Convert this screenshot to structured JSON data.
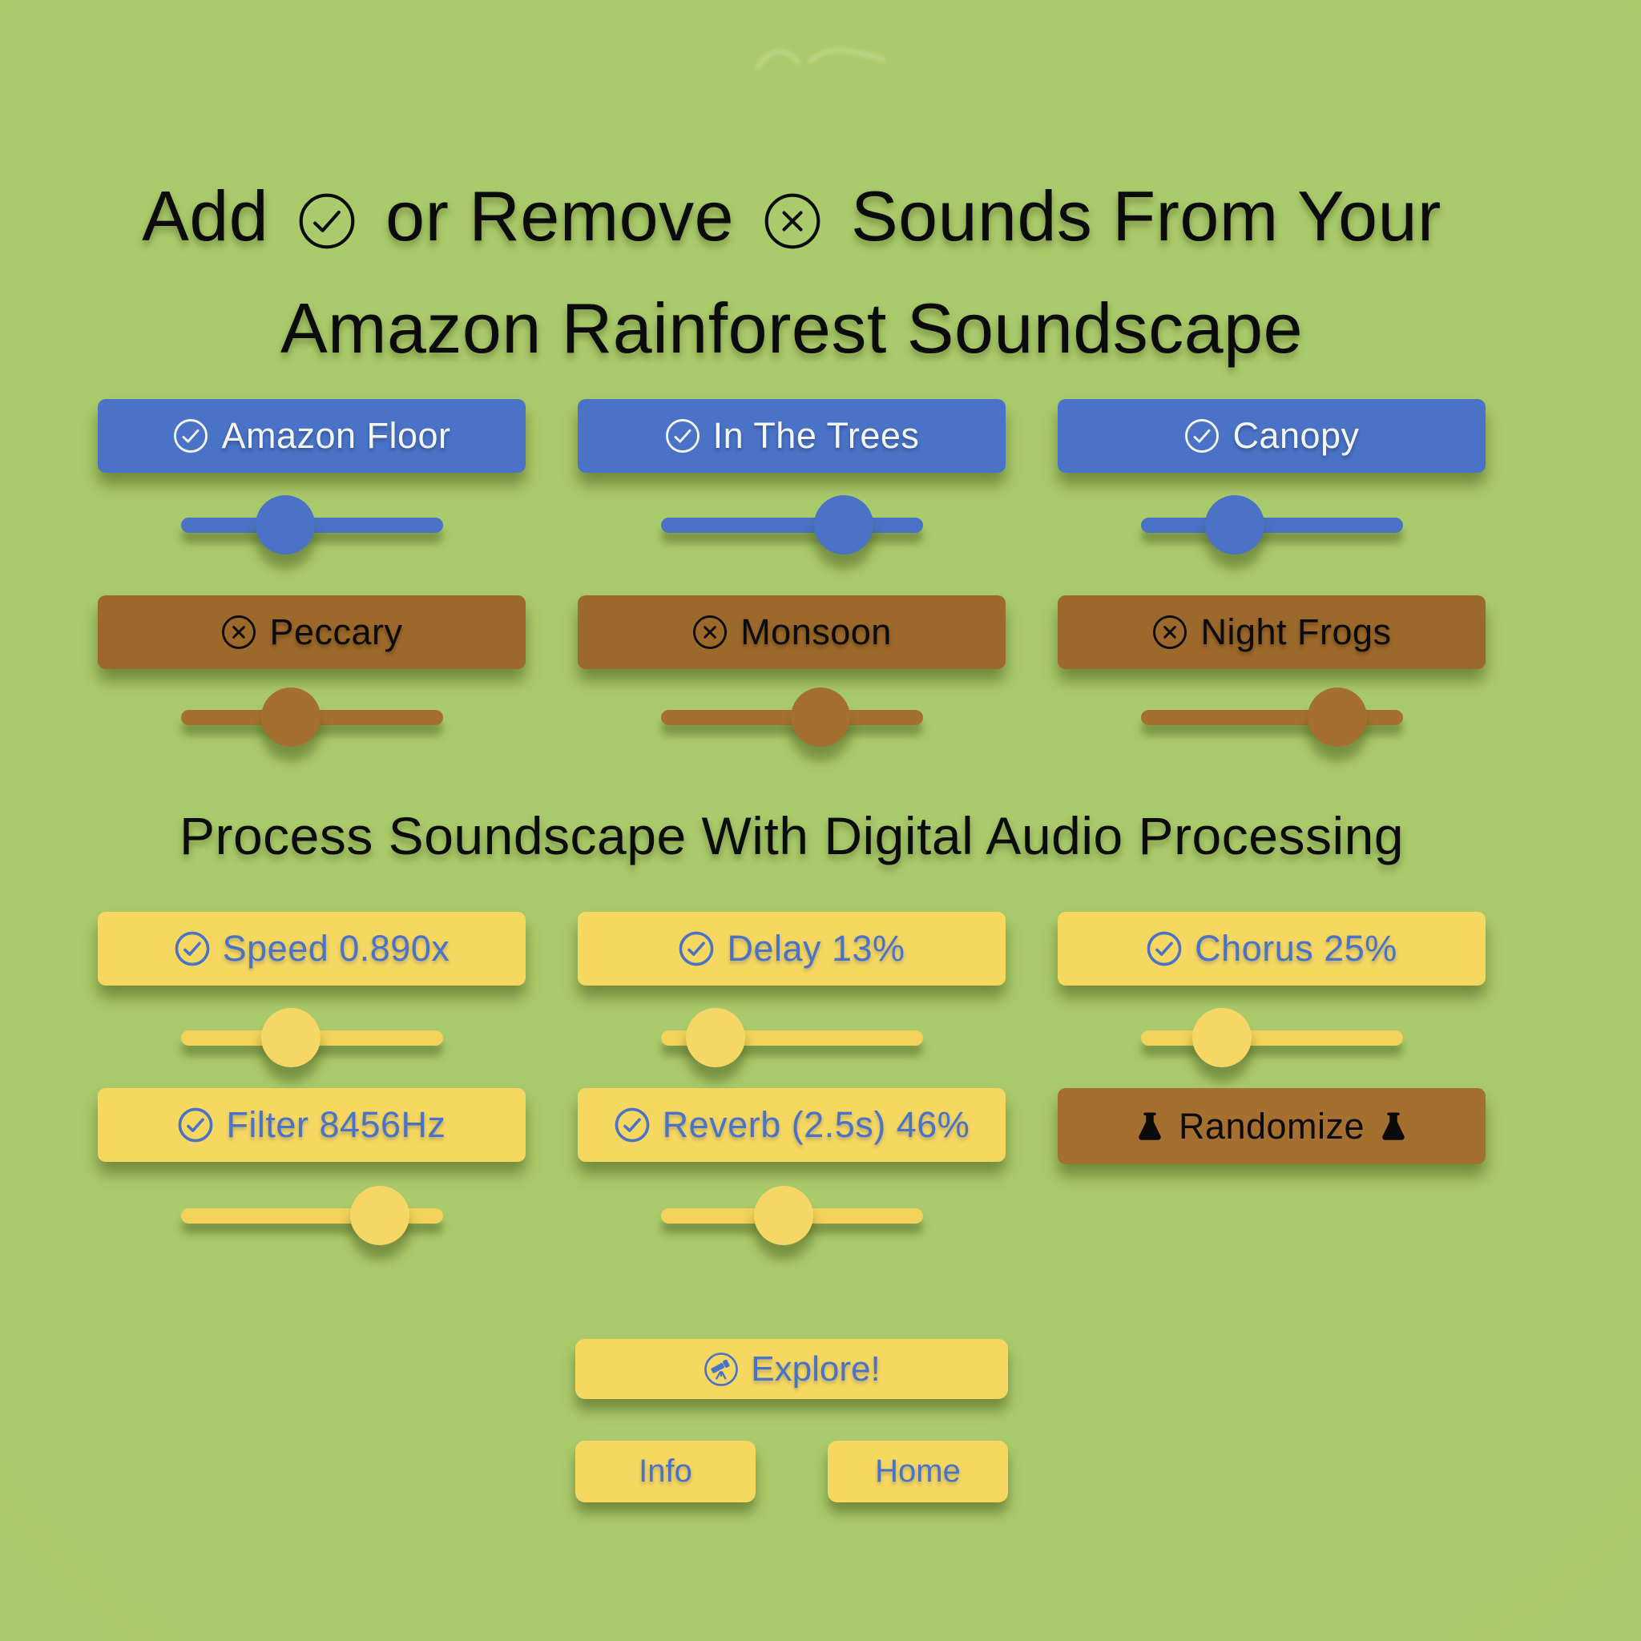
{
  "title": {
    "line1_prefix": "Add",
    "line1_middle": "or Remove",
    "line1_suffix": "Sounds From Your",
    "line2": "Amazon Rainforest Soundscape"
  },
  "sounds": {
    "add": [
      {
        "label": "Amazon Floor",
        "volume_pct": 40
      },
      {
        "label": "In The Trees",
        "volume_pct": 70
      },
      {
        "label": "Canopy",
        "volume_pct": 36
      }
    ],
    "remove": [
      {
        "label": "Peccary",
        "volume_pct": 42
      },
      {
        "label": "Monsoon",
        "volume_pct": 61
      },
      {
        "label": "Night Frogs",
        "volume_pct": 75
      }
    ]
  },
  "processing": {
    "heading": "Process Soundscape With Digital Audio Processing",
    "effects_row1": [
      {
        "label": "Speed 0.890x",
        "amount_pct": 42
      },
      {
        "label": "Delay 13%",
        "amount_pct": 21
      },
      {
        "label": "Chorus 25%",
        "amount_pct": 31
      }
    ],
    "effects_row2": [
      {
        "label": "Filter 8456Hz",
        "amount_pct": 76
      },
      {
        "label": "Reverb (2.5s) 46%",
        "amount_pct": 47
      }
    ],
    "randomize_label": "Randomize"
  },
  "footer": {
    "explore_label": "Explore!",
    "info_label": "Info",
    "home_label": "Home"
  },
  "icons": {
    "add": "check-circle",
    "remove": "x-circle",
    "randomize": "flask",
    "explore": "telescope-circle"
  },
  "colors": {
    "background": "#a7c967",
    "blue": "#4a73c7",
    "brown": "#9d692a",
    "brown_light": "#a5702f",
    "yellow": "#f6d75f",
    "yellow_track": "#f2d25a",
    "text_on_blue": "#f4f6f4",
    "text_black": "#0b0b0b"
  }
}
